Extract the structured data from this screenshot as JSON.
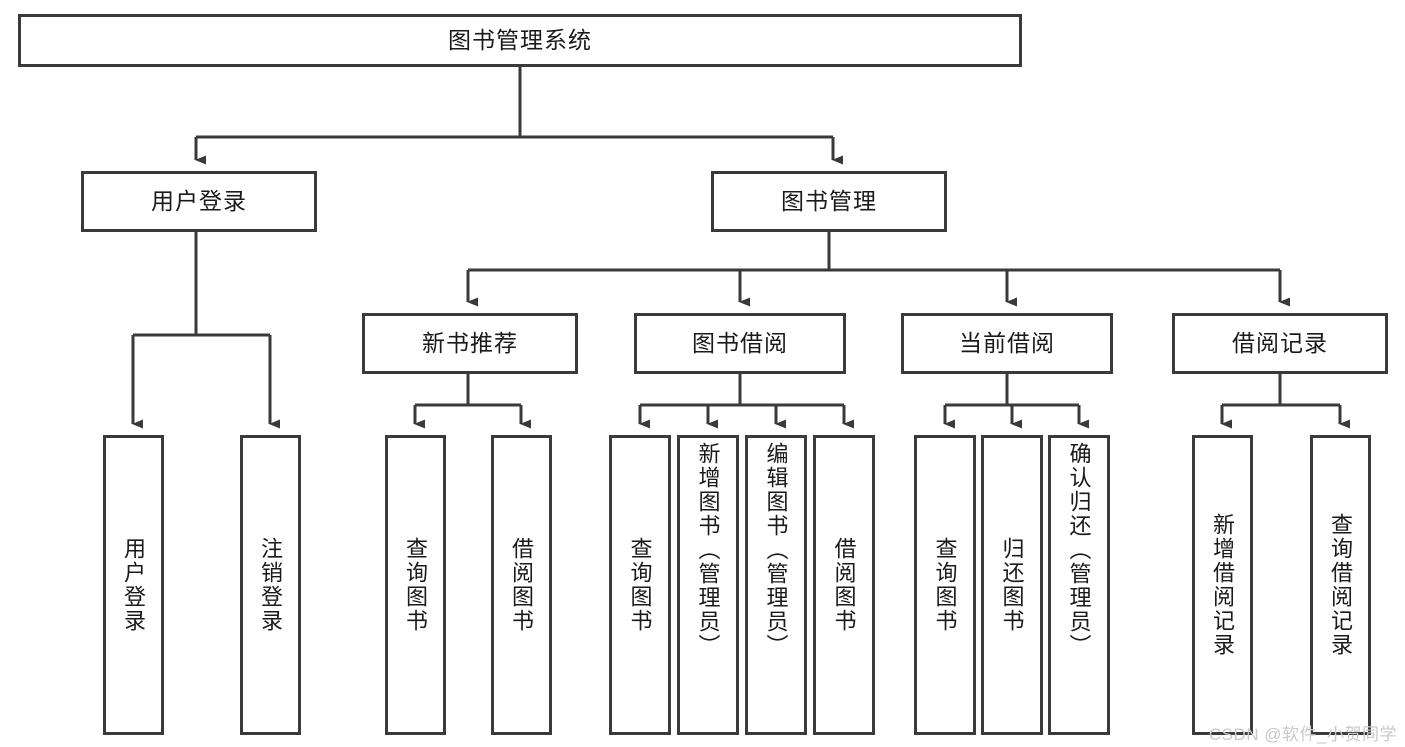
{
  "diagram": {
    "title": "图书管理系统",
    "type": "tree",
    "colors": {
      "stroke": "#3a3a3a",
      "box_fill": "#ffffff",
      "text": "#1a1a1a",
      "watermark": "#c9c9c9"
    },
    "root": {
      "label": "图书管理系统"
    },
    "level2": [
      {
        "label": "用户登录"
      },
      {
        "label": "图书管理"
      }
    ],
    "level3": [
      {
        "label": "新书推荐"
      },
      {
        "label": "图书借阅"
      },
      {
        "label": "当前借阅"
      },
      {
        "label": "借阅记录"
      }
    ],
    "leaves": {
      "user_login": [
        {
          "label": "用户登录"
        },
        {
          "label": "注销登录"
        }
      ],
      "new_book_recommend": [
        {
          "label": "查询图书"
        },
        {
          "label": "借阅图书"
        }
      ],
      "book_borrow": [
        {
          "label": "查询图书"
        },
        {
          "label": "新增图书（管理员）"
        },
        {
          "label": "编辑图书（管理员）"
        },
        {
          "label": "借阅图书"
        }
      ],
      "current_borrow": [
        {
          "label": "查询图书"
        },
        {
          "label": "归还图书"
        },
        {
          "label": "确认归还（管理员）"
        }
      ],
      "borrow_records": [
        {
          "label": "新增借阅记录"
        },
        {
          "label": "查询借阅记录"
        }
      ]
    }
  },
  "watermark": {
    "text": "CSDN @软件_小贺同学"
  }
}
